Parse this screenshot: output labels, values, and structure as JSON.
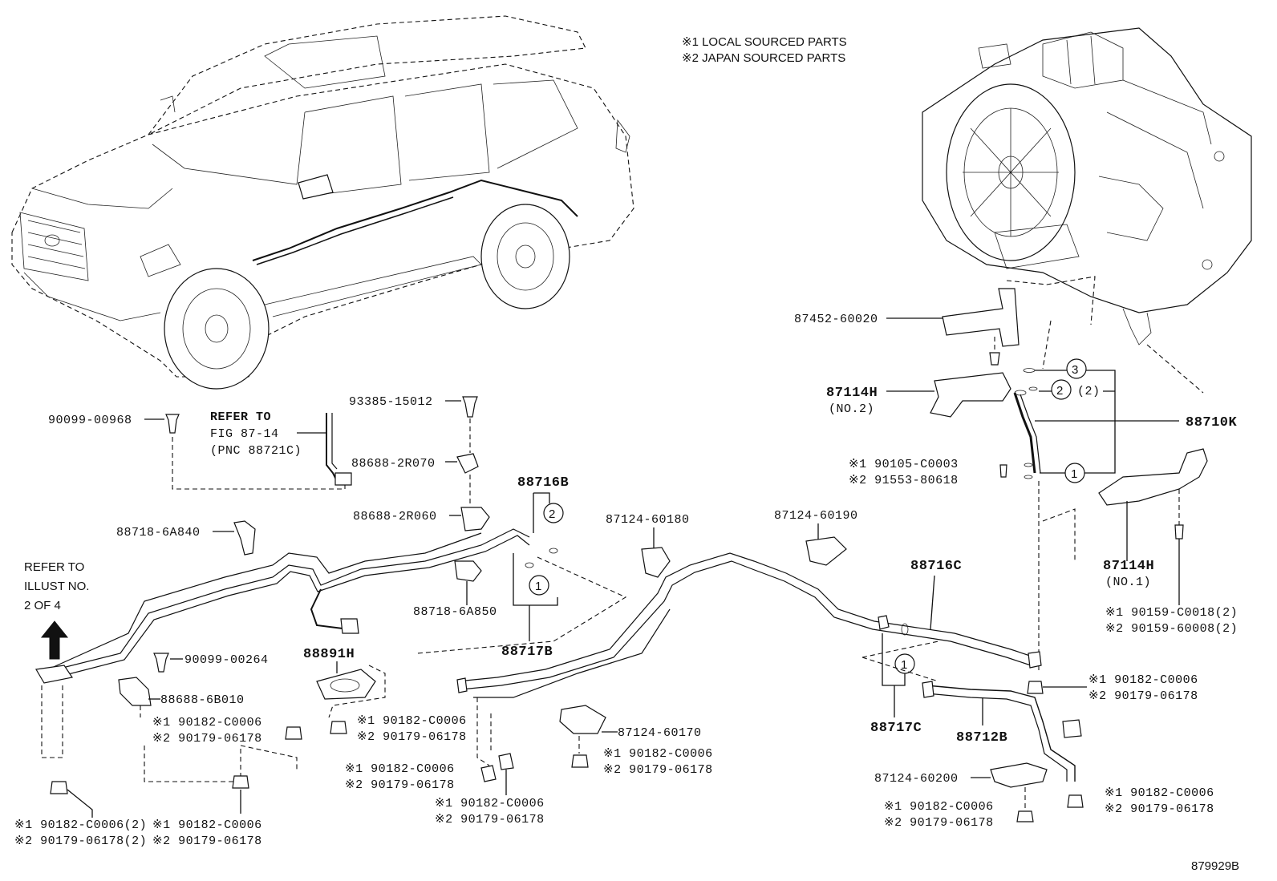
{
  "notes": {
    "note1": "※1 LOCAL SOURCED PARTS",
    "note2": "※2 JAPAN SOURCED PARTS"
  },
  "refer_illust": [
    "REFER TO",
    "ILLUST NO.",
    "2 OF 4"
  ],
  "refer_fig": [
    "REFER TO",
    "FIG 87-14",
    "(PNC 88721C)"
  ],
  "parts": {
    "p90099_00968": "90099-00968",
    "p93385_15012": "93385-15012",
    "p88688_2R070": "88688-2R070",
    "p88688_2R060": "88688-2R060",
    "p88718_6A840": "88718-6A840",
    "p88718_6A850": "88718-6A850",
    "p88716B": "88716B",
    "p88717B": "88717B",
    "p87124_60180": "87124-60180",
    "p87124_60190": "87124-60190",
    "p88716C": "88716C",
    "p88717C": "88717C",
    "p88712B": "88712B",
    "p87124_60200": "87124-60200",
    "p87124_60170": "87124-60170",
    "p90099_00264": "90099-00264",
    "p88688_6B010": "88688-6B010",
    "p88891H": "88891H",
    "p87452_60020": "87452-60020",
    "p87114H_2": "87114H",
    "p87114H_2_sub": "(NO.2)",
    "p88710K": "88710K",
    "p87114H_1": "87114H",
    "p87114H_1_sub": "(NO.1)",
    "p90105": "※1 90105-C0003",
    "p91553": "※2 91553-80618",
    "p90159_1": "※1 90159-C0018(2)",
    "p90159_2": "※2 90159-60008(2)"
  },
  "pair_labels": {
    "a1": "※1 90182-C0006(2)",
    "a2": "※2 90179-06178(2)",
    "b1": "※1 90182-C0006",
    "b2": "※2 90179-06178"
  },
  "circle_numbers": {
    "one": "1",
    "two": "2",
    "three": "3"
  },
  "count_2": "(2)",
  "diagram_id": "879929B"
}
